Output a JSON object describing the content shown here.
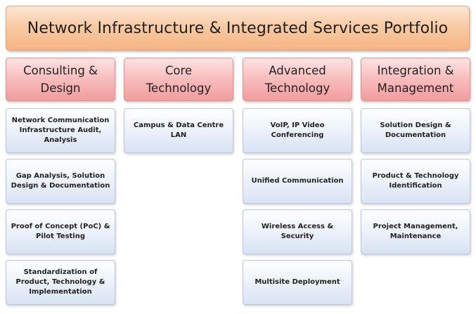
{
  "title": "Network Infrastructure & Integrated Services Portfolio",
  "columns": [
    {
      "heading": "Consulting &\nDesign",
      "items": [
        "Network Communication\nInfrastructure Audit,\nAnalysis",
        "Gap Analysis, Solution\nDesign & Documentation",
        "Proof of Concept (PoC) &\nPilot Testing",
        "Standardization of\nProduct, Technology &\nImplementation"
      ]
    },
    {
      "heading": "Core\nTechnology",
      "items": [
        "Campus & Data Centre\nLAN"
      ]
    },
    {
      "heading": "Advanced\nTechnology",
      "items": [
        "VoIP, IP Video\nConferencing",
        "Unified Communication",
        "Wireless Access &\nSecurity",
        "Multisite Deployment"
      ]
    },
    {
      "heading": "Integration &\nManagement",
      "items": [
        "Solution Design &\nDocumentation",
        "Product & Technology\nIdentification",
        "Project Management,\nMaintenance"
      ]
    }
  ],
  "colors": {
    "banner": "#f8cba4",
    "category": "#f8bcbc",
    "item": "#e6edf8"
  }
}
